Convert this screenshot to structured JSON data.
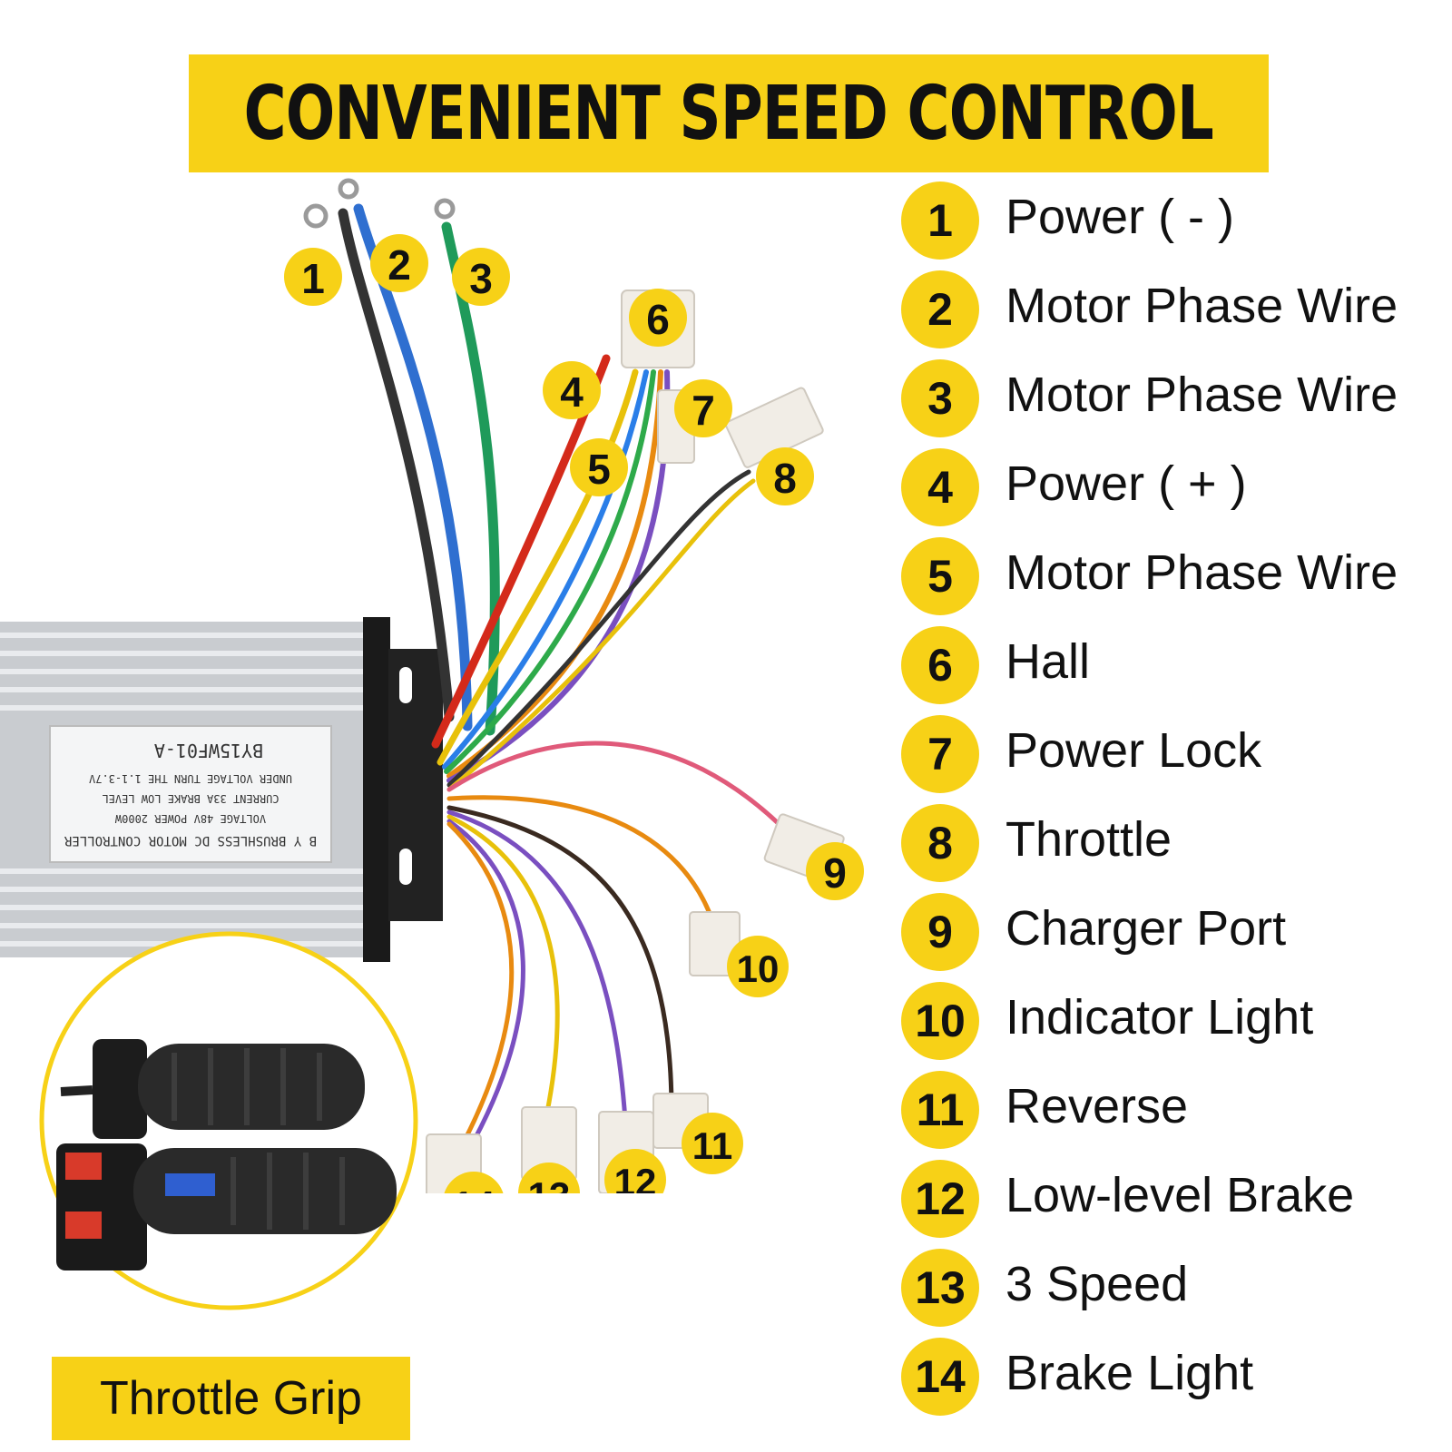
{
  "banner": {
    "title": "CONVENIENT SPEED CONTROL"
  },
  "legend": [
    {
      "num": "1",
      "label": "Power ( - )"
    },
    {
      "num": "2",
      "label": "Motor Phase Wire"
    },
    {
      "num": "3",
      "label": "Motor Phase Wire"
    },
    {
      "num": "4",
      "label": "Power ( + )"
    },
    {
      "num": "5",
      "label": "Motor Phase Wire"
    },
    {
      "num": "6",
      "label": "Hall"
    },
    {
      "num": "7",
      "label": "Power Lock"
    },
    {
      "num": "8",
      "label": "Throttle"
    },
    {
      "num": "9",
      "label": "Charger Port"
    },
    {
      "num": "10",
      "label": "Indicator Light"
    },
    {
      "num": "11",
      "label": "Reverse"
    },
    {
      "num": "12",
      "label": "Low-level Brake"
    },
    {
      "num": "13",
      "label": "3 Speed"
    },
    {
      "num": "14",
      "label": "Brake Light"
    }
  ],
  "controller_label": {
    "model": "BY15WF01-A",
    "line1": "B Y  BRUSHLESS DC MOTOR CONTROLLER",
    "line2": "VOLTAGE  48V    POWER  2000W",
    "line3": "CURRENT  33A    BRAKE LOW LEVEL",
    "line4": "UNDER VOLTAGE  TURN THE 1.1-3.7V"
  },
  "grip": {
    "caption": "Throttle Grip"
  },
  "colors": {
    "accent": "#f7d117",
    "text": "#111111"
  }
}
